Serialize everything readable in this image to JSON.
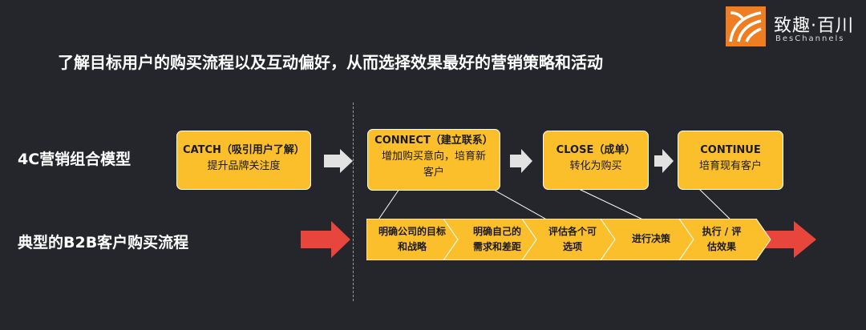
{
  "logo": {
    "title": "致趣·百川",
    "subtitle": "BesChannels"
  },
  "headline": "了解目标用户的购买流程以及互动偏好，从而选择效果最好的营销策略和活动",
  "row_labels": {
    "model": "4C营销组合模型",
    "process": "典型的B2B客户购买流程"
  },
  "stages": [
    {
      "title": "CATCH（吸引用户了解）",
      "line1": "提升品牌关注度",
      "line2": ""
    },
    {
      "title": "CONNECT（建立联系）",
      "line1": "增加购买意向，培育新",
      "line2": "客户"
    },
    {
      "title": "CLOSE（成单）",
      "line1": "转化为购买",
      "line2": ""
    },
    {
      "title": "CONTINUE",
      "line1": "培育现有客户",
      "line2": ""
    }
  ],
  "process_steps": [
    {
      "line1": "明确公司的目标",
      "line2": "和战略"
    },
    {
      "line1": "明确自己的",
      "line2": "需求和差距"
    },
    {
      "line1": "评估各个可",
      "line2": "选项"
    },
    {
      "line1": "进行决策",
      "line2": ""
    },
    {
      "line1": "执行 / 评",
      "line2": "估效果"
    }
  ],
  "colors": {
    "background": "#24262b",
    "box": "#fbbf2b",
    "red_arrow": "#e8453c",
    "gray_arrow": "#e2e2e2"
  }
}
